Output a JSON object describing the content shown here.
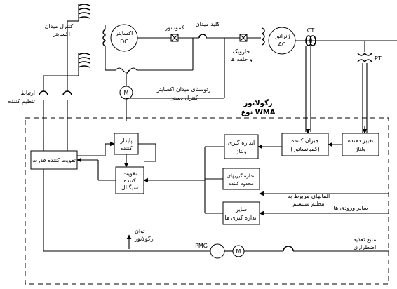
{
  "labels": {
    "exciter_field_control": [
      "کنترل میدان",
      "اکسایتر"
    ],
    "exciter_dc": [
      "اکسایتر",
      "DC"
    ],
    "commutator": "کموتاتور",
    "field_switch": "کلید میدان",
    "brushes_rings": [
      "جاروبک",
      "و حلقه ها"
    ],
    "generator_ac": [
      "ژنراتور",
      "AC"
    ],
    "ct": "CT",
    "pt": "PT",
    "regulator_link": [
      "ارتباط",
      "تنظیم کننده"
    ],
    "manual_rheostat": [
      "رئوستای میدان اکسایتر",
      "کنترل دستی"
    ],
    "motor_symbol": "M",
    "regulator_title": [
      "رگولاتور",
      "نوع WMA"
    ],
    "power_amplifier": "تقویت کننده قدرت",
    "stabilizer": [
      "پایدار",
      "کننده"
    ],
    "signal_amplifier": [
      "تقویت",
      "کننده",
      "سیگنال"
    ],
    "voltage_measuring": [
      "اندازه گیری",
      "ولتاژ"
    ],
    "limiter_measuring": [
      "اندازه گیریهای",
      "محدود کننده"
    ],
    "other_measuring": [
      "سایر",
      "اندازه گیری ها"
    ],
    "compensator": [
      "جبران کننده",
      "(کمپانساتور)"
    ],
    "voltage_adjuster": [
      "تغییر دهنده",
      "ولتاژ"
    ],
    "system_regulation_inputs": [
      "المانهای مربوط به",
      "تنظیم سیستم"
    ],
    "other_inputs": "سایر ورودی ها",
    "regulator_power": [
      "توان",
      "رگولاتور"
    ],
    "pmg": "PMG",
    "emergency_supply": [
      "منبع تغذیه",
      "اضطراری"
    ]
  }
}
